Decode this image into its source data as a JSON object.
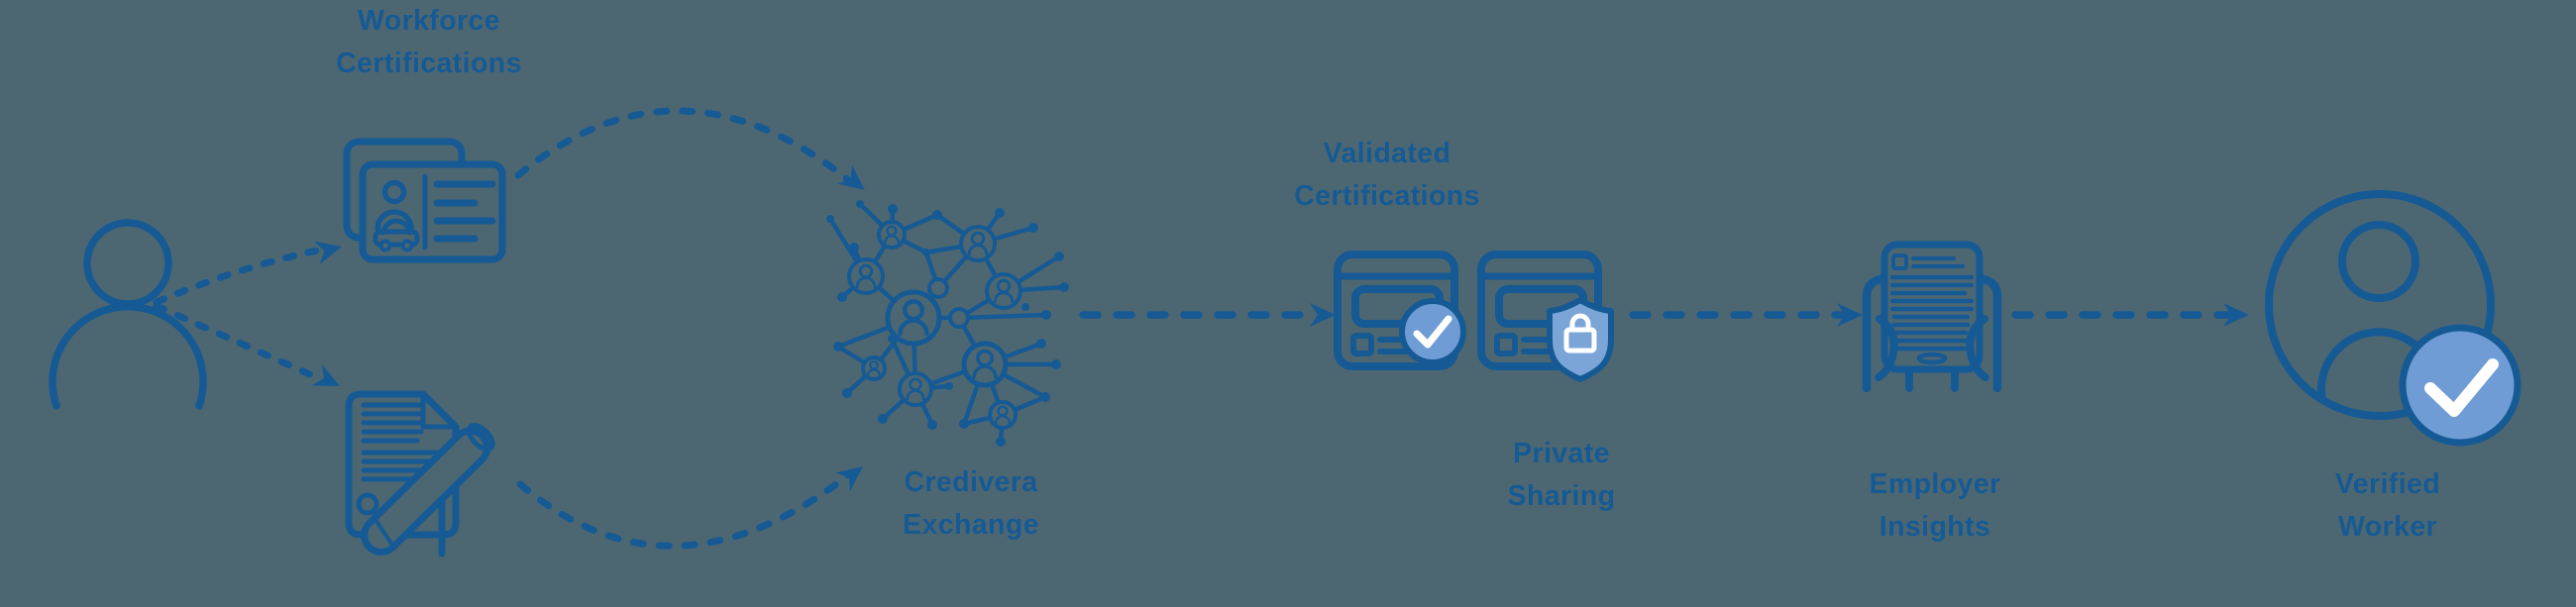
{
  "colors": {
    "background": "#4d6772",
    "ink_blue": "#155a94",
    "badge_fill_blue": "#6f9cd4",
    "shield_fill_blue": "#7aa5d6",
    "check_white": "#ffffff"
  },
  "labels": {
    "workforce": {
      "line1": "Workforce",
      "line2": "Certifications"
    },
    "credivera": {
      "line1": "Credivera",
      "line2": "Exchange"
    },
    "validated": {
      "line1": "Validated",
      "line2": "Certifications"
    },
    "private": {
      "line1": "Private",
      "line2": "Sharing"
    },
    "employer": {
      "line1": "Employer",
      "line2": "Insights"
    },
    "verified": {
      "line1": "Verified",
      "line2": "Worker"
    }
  }
}
